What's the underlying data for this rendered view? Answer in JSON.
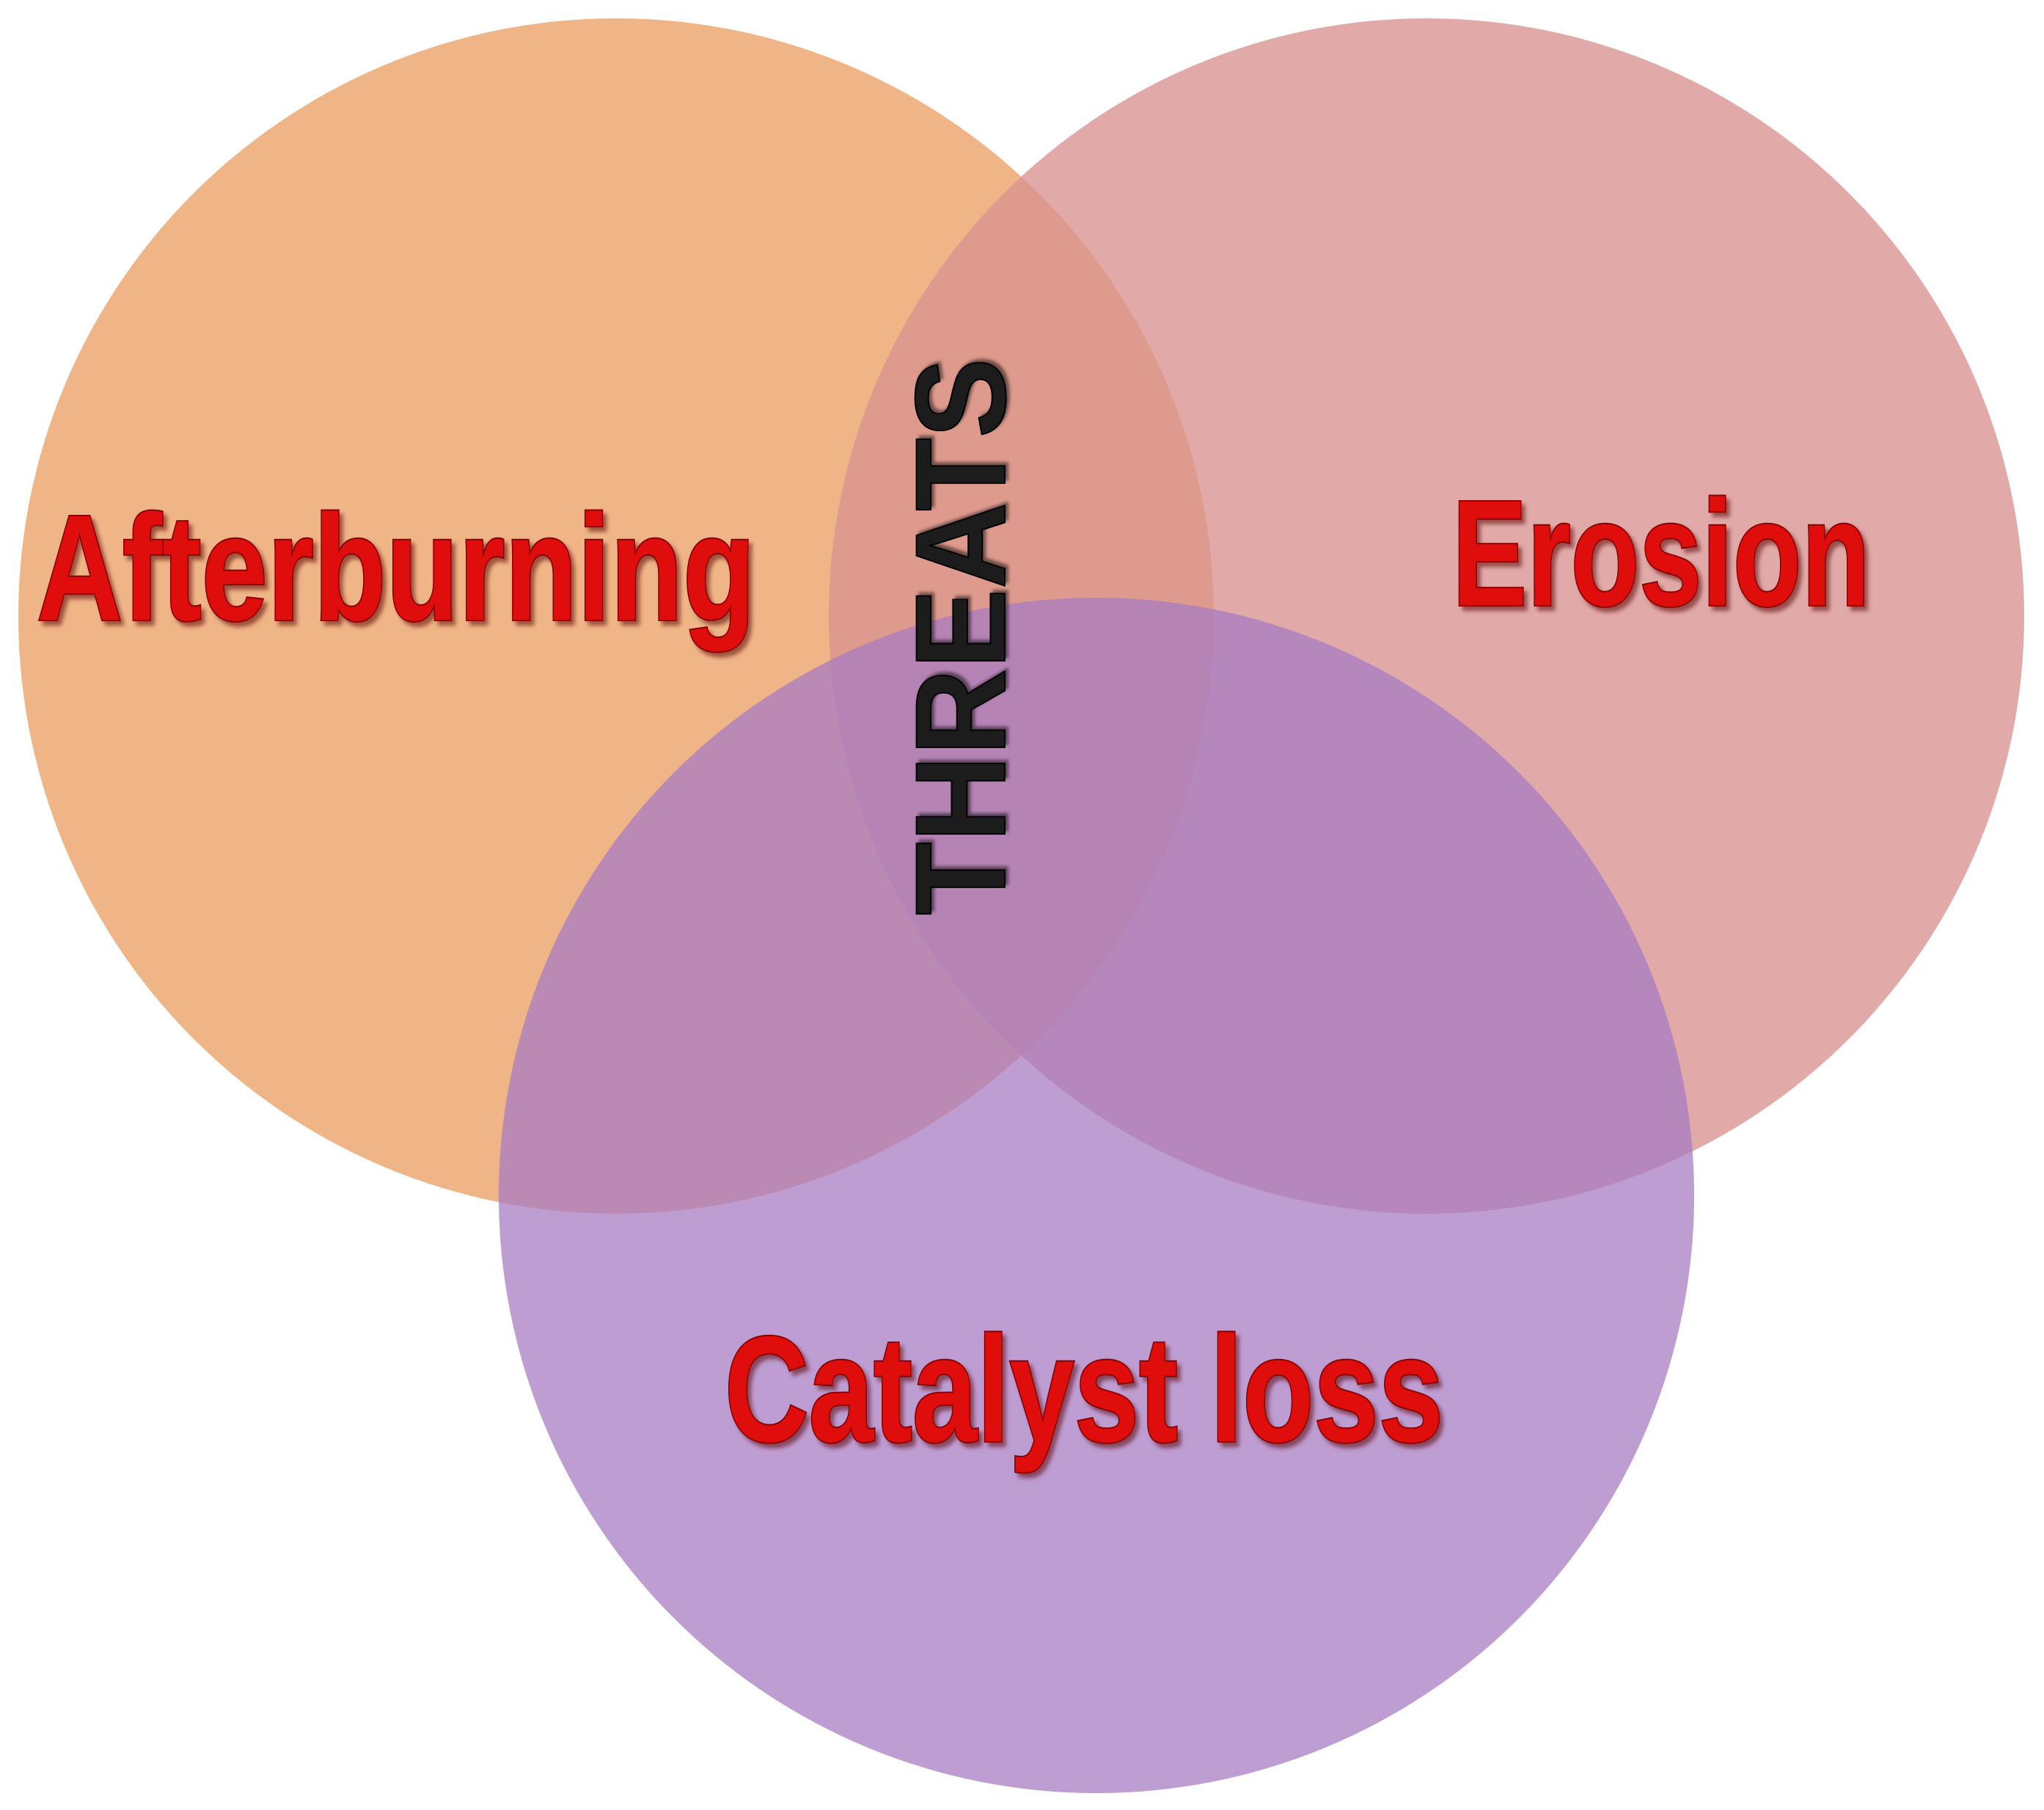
{
  "diagram": {
    "type": "venn",
    "center_label": "THREATS",
    "sets": [
      {
        "id": "afterburning",
        "label": "Afterburning",
        "color": "#eda56b"
      },
      {
        "id": "erosion",
        "label": "Erosion",
        "color": "#d9928f"
      },
      {
        "id": "catalyst-loss",
        "label": "Catalyst loss",
        "color": "#a77bc3"
      }
    ],
    "label_color": "#e00d0d",
    "center_label_color": "#1a1a1a"
  }
}
